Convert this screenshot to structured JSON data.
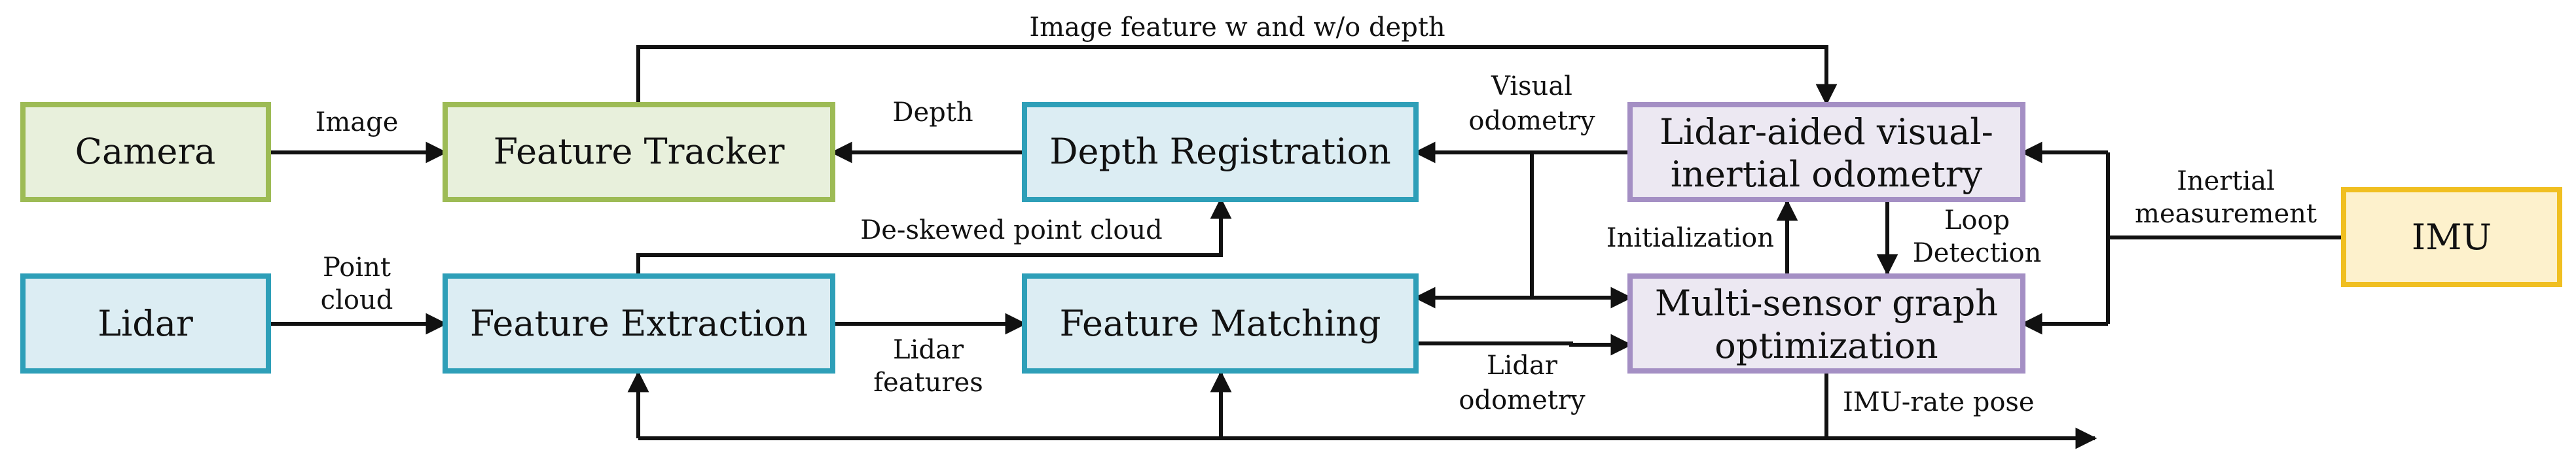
{
  "colors": {
    "green_border": "#9dbb55",
    "green_fill": "#e8f0dc",
    "blue_border": "#2e9fb8",
    "blue_fill": "#dcedf3",
    "purple_border": "#a48fc4",
    "purple_fill": "#ece8f2",
    "yellow_border": "#f0bf21",
    "yellow_fill": "#fdf1cc",
    "line": "#111111"
  },
  "boxes": {
    "camera": "Camera",
    "lidar": "Lidar",
    "feature_tracker": "Feature Tracker",
    "feature_extraction": "Feature Extraction",
    "depth_registration": "Depth Registration",
    "feature_matching": "Feature Matching",
    "lvio": [
      "Lidar-aided visual-",
      "inertial odometry"
    ],
    "msgo": [
      "Multi-sensor graph",
      "optimization"
    ],
    "imu": "IMU"
  },
  "labels": {
    "image": "Image",
    "point_cloud": [
      "Point",
      "cloud"
    ],
    "depth": "Depth",
    "de_skewed": "De-skewed point cloud",
    "lidar_features": [
      "Lidar",
      "features"
    ],
    "image_feature": "Image feature w and w/o depth",
    "visual_odometry": [
      "Visual",
      "odometry"
    ],
    "lidar_odometry": [
      "Lidar",
      "odometry"
    ],
    "initialization": "Initialization",
    "loop_detection": [
      "Loop",
      "Detection"
    ],
    "inertial_measurement": [
      "Inertial",
      "measurement"
    ],
    "imu_rate_pose": "IMU-rate pose"
  }
}
